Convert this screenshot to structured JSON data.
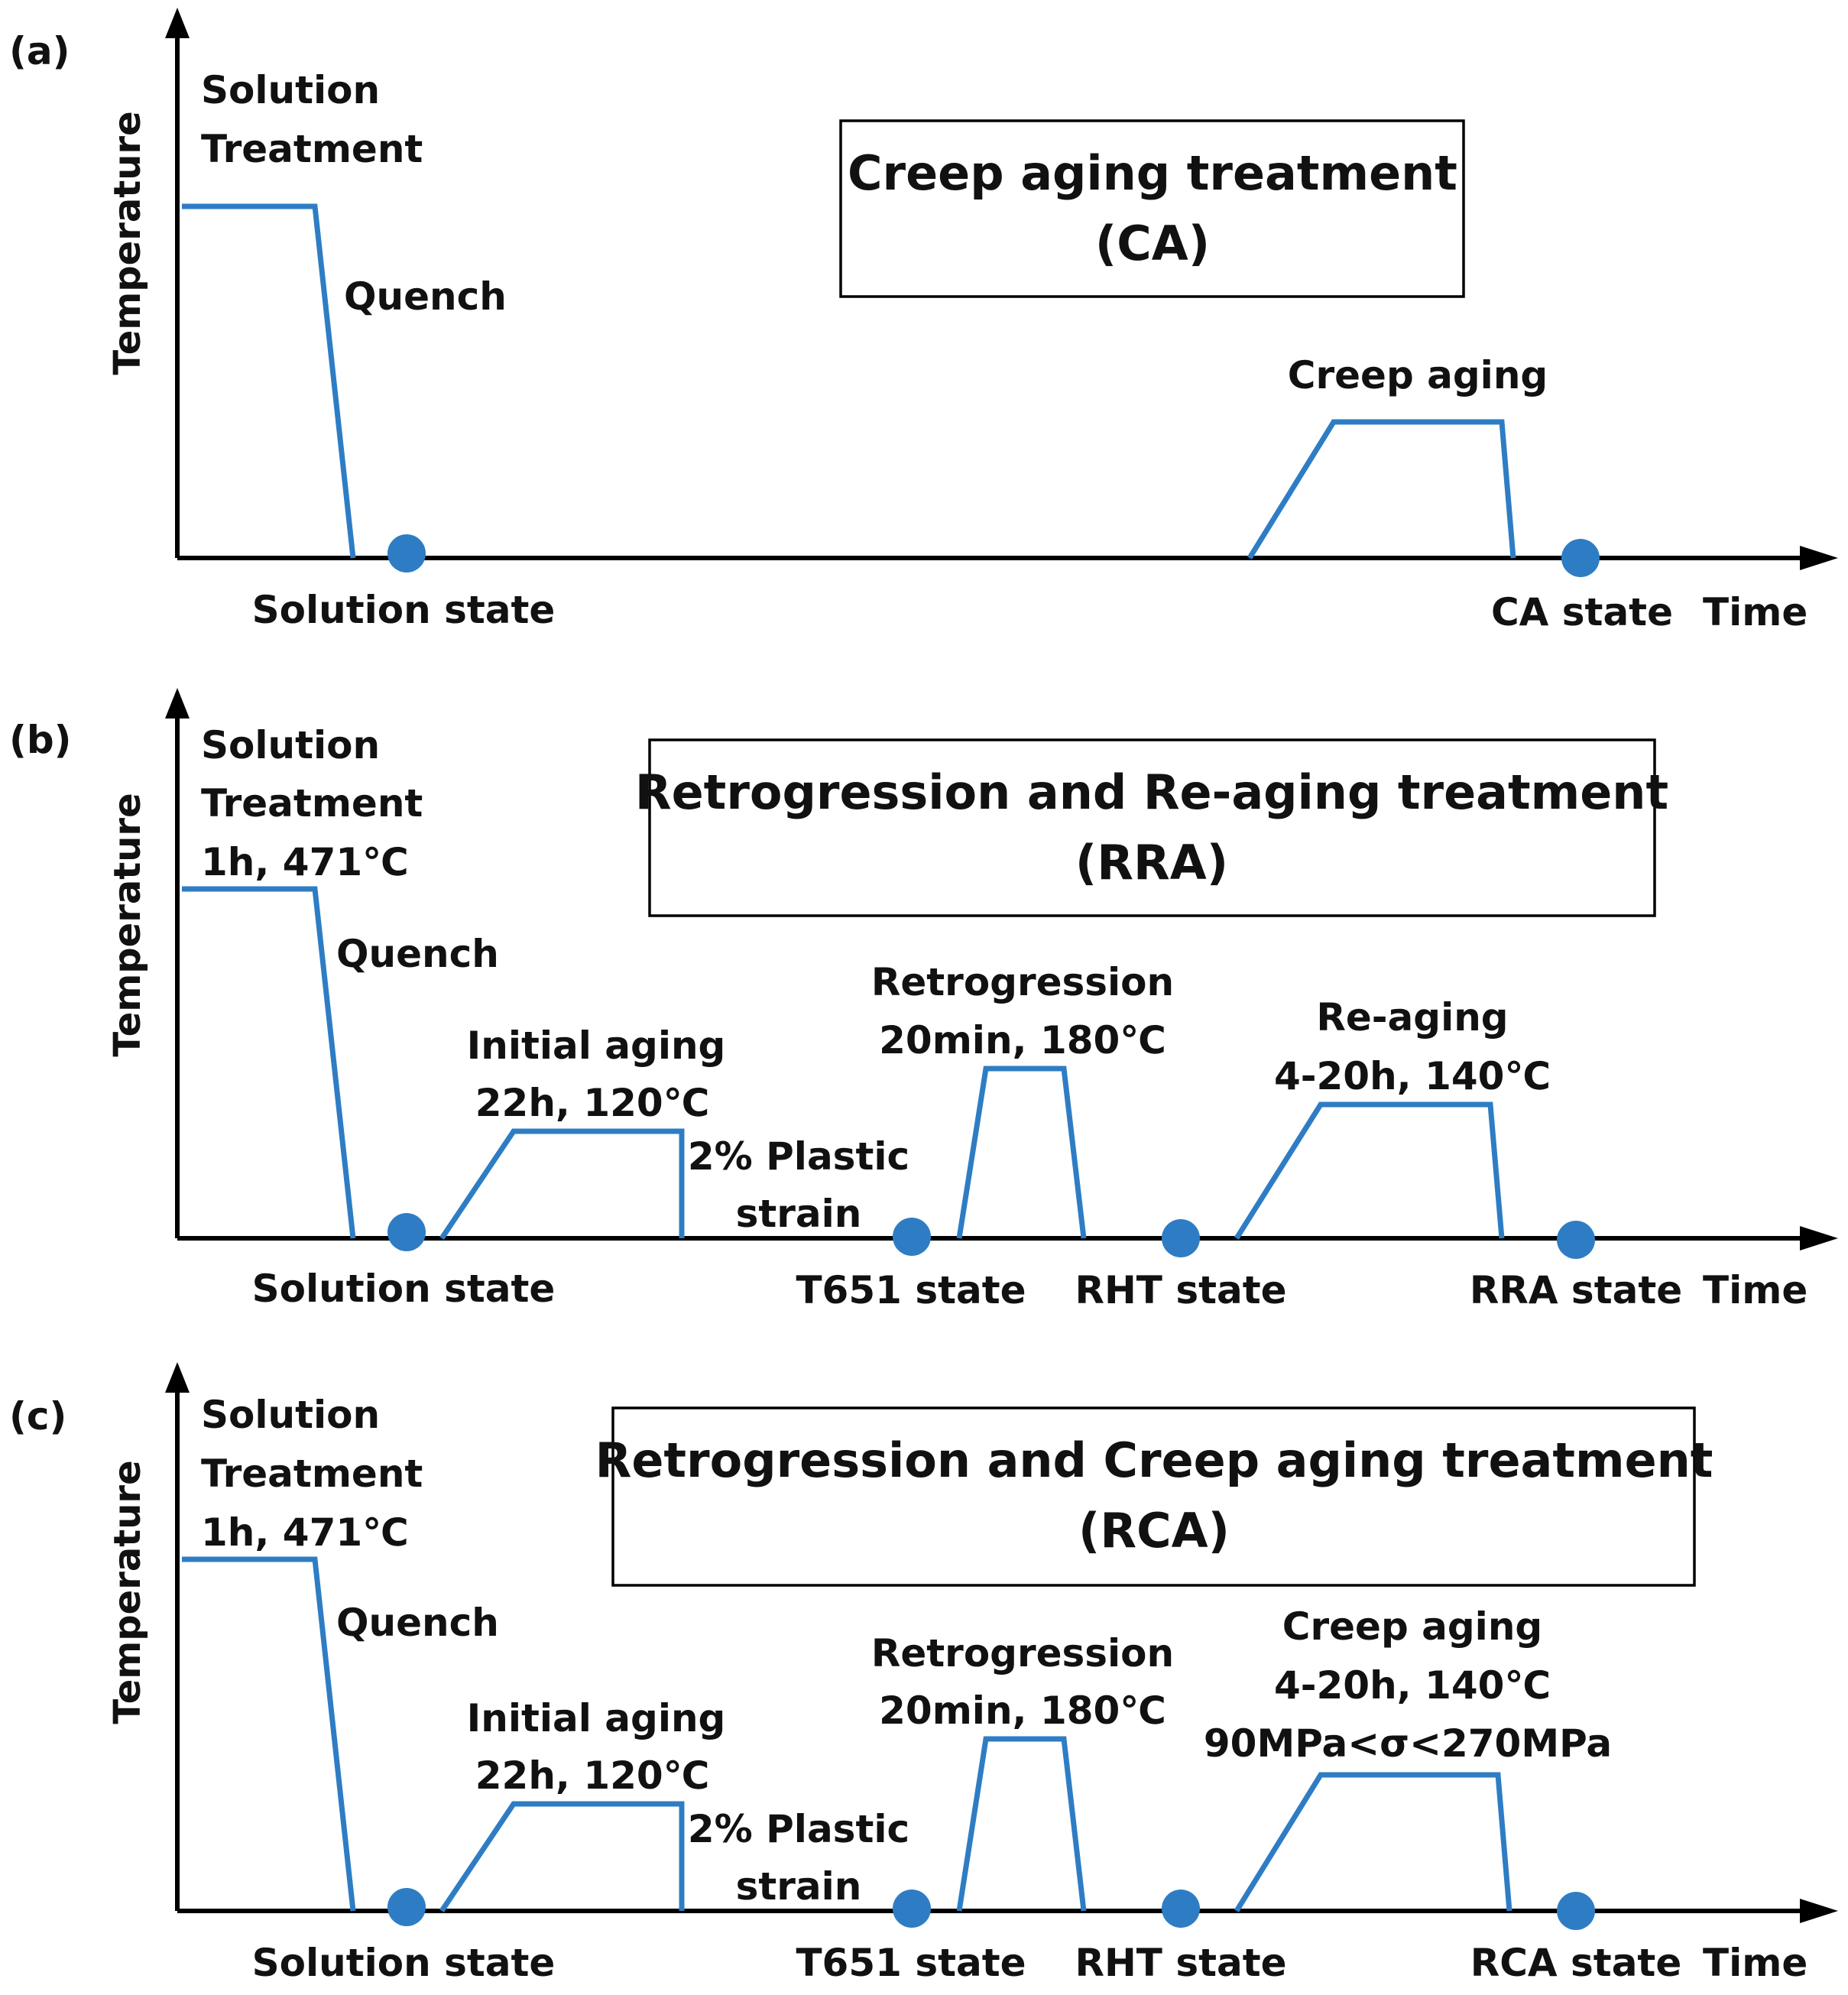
{
  "colors": {
    "accent": "#2e7dc4",
    "axis": "#000000",
    "text": "#111111"
  },
  "axes": {
    "ylabel": "Temperature",
    "xlabel": "Time"
  },
  "panels": [
    {
      "tag": "(a)",
      "title_line1": "Creep aging treatment",
      "title_line2": "(CA)",
      "labels": {
        "solution_1": "Solution",
        "solution_2": "Treatment",
        "quench": "Quench",
        "creep": "Creep aging"
      },
      "states": [
        "Solution state",
        "CA state"
      ]
    },
    {
      "tag": "(b)",
      "title_line1": "Retrogression and Re-aging treatment",
      "title_line2": "(RRA)",
      "labels": {
        "solution_1": "Solution",
        "solution_2": "Treatment",
        "solution_3": "1h, 471℃",
        "quench": "Quench",
        "init_1": "Initial aging",
        "init_2": "22h, 120℃",
        "plastic_1": "2% Plastic",
        "plastic_2": "strain",
        "retro_1": "Retrogression",
        "retro_2": "20min, 180℃",
        "reage_1": "Re-aging",
        "reage_2": "4-20h, 140℃"
      },
      "states": [
        "Solution state",
        "T651 state",
        "RHT state",
        "RRA state"
      ]
    },
    {
      "tag": "(c)",
      "title_line1": "Retrogression and Creep aging treatment",
      "title_line2": "(RCA)",
      "labels": {
        "solution_1": "Solution",
        "solution_2": "Treatment",
        "solution_3": "1h, 471℃",
        "quench": "Quench",
        "init_1": "Initial aging",
        "init_2": "22h, 120℃",
        "plastic_1": "2% Plastic",
        "plastic_2": "strain",
        "retro_1": "Retrogression",
        "retro_2": "20min, 180℃",
        "creep_1": "Creep aging",
        "creep_2": "4-20h, 140℃",
        "creep_3": "90MPa<σ<270MPa"
      },
      "states": [
        "Solution state",
        "T651 state",
        "RHT state",
        "RCA state"
      ]
    }
  ]
}
